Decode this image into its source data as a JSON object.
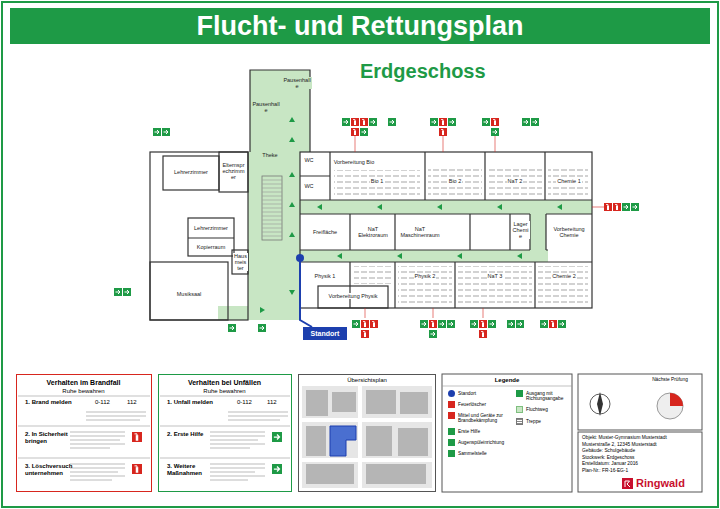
{
  "diagram": {
    "title": "Flucht- und Rettungsplan",
    "nodes": [
      {
        "text": [
          "Pausenhalle"
        ]
      },
      {
        "text": [
          "Pausenhalle"
        ]
      },
      {
        "text": [
          "Lehrerzimmer"
        ]
      },
      {
        "text": [
          "Elternsprechzimmer"
        ]
      },
      {
        "text": [
          "Theke"
        ]
      },
      {
        "text": [
          "WC"
        ]
      },
      {
        "text": [
          "WC"
        ]
      },
      {
        "text": [
          "Vorbereitung Bio"
        ]
      },
      {
        "text": [
          "Bio 1"
        ]
      },
      {
        "text": [
          "Bio 2"
        ]
      },
      {
        "text": [
          "NaT 2"
        ]
      },
      {
        "text": [
          "Chemie 1"
        ]
      },
      {
        "text": [
          "Freifläche"
        ]
      },
      {
        "text": [
          "NaT Elektroraum"
        ]
      },
      {
        "text": [
          "NaT Maschinenraum"
        ]
      },
      {
        "text": [
          "Lager Chemie"
        ]
      },
      {
        "text": [
          "Vorbereitung Chemie"
        ]
      },
      {
        "text": [
          "Lehrerzimmer"
        ]
      },
      {
        "text": [
          "Kopierraum"
        ]
      },
      {
        "text": [
          "Hausmeister"
        ]
      },
      {
        "text": [
          "Musiksaal"
        ]
      },
      {
        "text": [
          "Physik 1"
        ]
      },
      {
        "text": [
          "Vorbereitung Physik"
        ]
      },
      {
        "text": [
          "Physik 2"
        ]
      },
      {
        "text": [
          "NaT 3"
        ]
      },
      {
        "text": [
          "Chemie 2"
        ]
      },
      {
        "text": [
          "Standort"
        ]
      },
      {
        "text": [
          "Verhalten im Brandfall",
          "Ruhe bewahren",
          "1. Brand melden",
          "0-112",
          "112",
          "2. In Sicherheit bringen",
          "3. Löschversuch unternehmen"
        ]
      },
      {
        "text": [
          "Verhalten bei Unfällen",
          "Ruhe bewahren",
          "1. Unfall melden",
          "0-112",
          "112",
          "2. Erste Hilfe",
          "3. Weitere Maßnahmen"
        ]
      },
      {
        "text": [
          "Übersichtsplan"
        ]
      }
    ],
    "labels": [
      "Erdgeschoss",
      "Legende",
      "Nächste Prüfung",
      "Objekt: Muster-Gymnasium Musterstadt",
      "Musterstraße 2, 12345 Musterstadt",
      "Gebäude: Schulgebäude",
      "Stockwerk: Erdgeschoss",
      "Erstelldatum: Januar 2016",
      "Plan-Nr.: FR-16-EG-1",
      "Ringwald"
    ],
    "legend": [
      {
        "text": "Standort"
      },
      {
        "text": "Feuerlöscher"
      },
      {
        "text": "Mittel und Geräte zur Brandbekämpfung"
      },
      {
        "text": "Erste Hilfe"
      },
      {
        "text": "Augenspüleinrichtung"
      },
      {
        "text": "Sammelstelle"
      },
      {
        "text": "Ausgang mit Richtungsangabe"
      },
      {
        "text": "Fluchtweg",
        "color": "#c8e6c4"
      },
      {
        "text": "Treppe"
      }
    ]
  }
}
